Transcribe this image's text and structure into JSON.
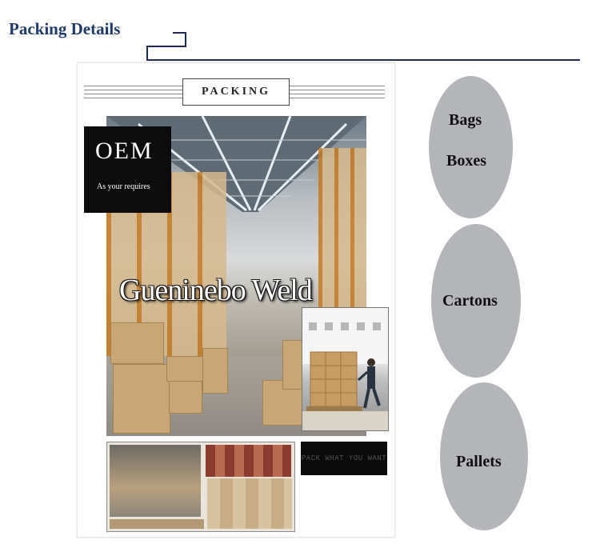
{
  "header": {
    "title": "Packing Details"
  },
  "poster": {
    "packing_label": "PACKING",
    "oem_title": "OEM",
    "oem_subtitle": "As your requires",
    "brand_text": "Gueninebo Weld",
    "slogan": "PACK WHAT YOU WANT"
  },
  "packaging_options": [
    {
      "labels": [
        "Bags",
        "Boxes"
      ]
    },
    {
      "labels": [
        "Cartons"
      ]
    },
    {
      "labels": [
        "Pallets"
      ]
    }
  ],
  "colors": {
    "header_text": "#1f3a6b",
    "header_rule": "#1f2b55",
    "oval_fill": "#b3b5b9",
    "oem_bg": "#0c0c0c"
  }
}
